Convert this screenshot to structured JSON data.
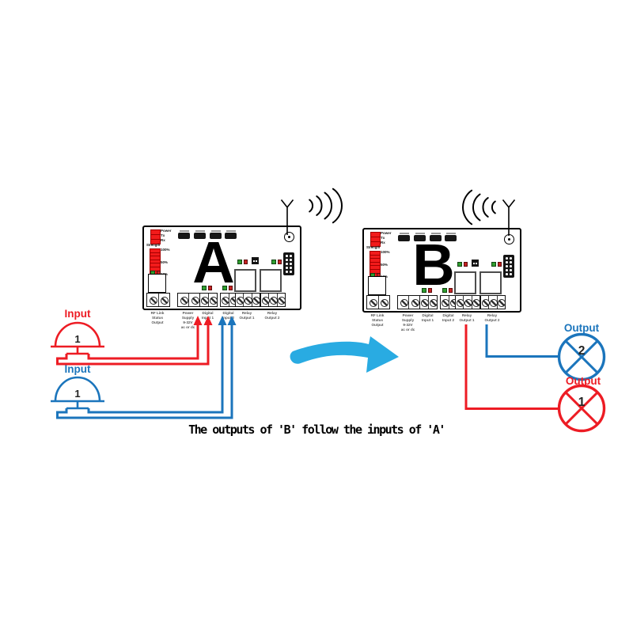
{
  "caption": {
    "text": "The outputs of 'B' follow the inputs of 'A'"
  },
  "boards": {
    "a": {
      "letter": "A"
    },
    "b": {
      "letter": "B"
    }
  },
  "board_labels": {
    "status_leds": [
      "Power",
      "Tx",
      "Rx"
    ],
    "strength": "Strength",
    "strength_marks": [
      "100%",
      "50%",
      "10%"
    ],
    "terminals": [
      "RF Link\nStatus\nOutput",
      "Power\nSupply\n9-32V\nac or dc",
      "Digital\nInput 1",
      "Digital\nInput 2",
      "Relay\nOutput 1",
      "Relay\nOutput 2"
    ]
  },
  "inputs": [
    {
      "label": "Input",
      "number": "1",
      "color": "#ed1c24"
    },
    {
      "label": "Input",
      "number": "1",
      "color": "#1b75bc"
    }
  ],
  "outputs": [
    {
      "label": "Output",
      "number": "2",
      "color": "#1b75bc"
    },
    {
      "label": "Output",
      "number": "1",
      "color": "#ed1c24"
    }
  ],
  "colors": {
    "wire_red": "#ed1c24",
    "wire_blue": "#1b75bc",
    "arrow_blue": "#29abe2",
    "led_red": "#f21b1b"
  }
}
